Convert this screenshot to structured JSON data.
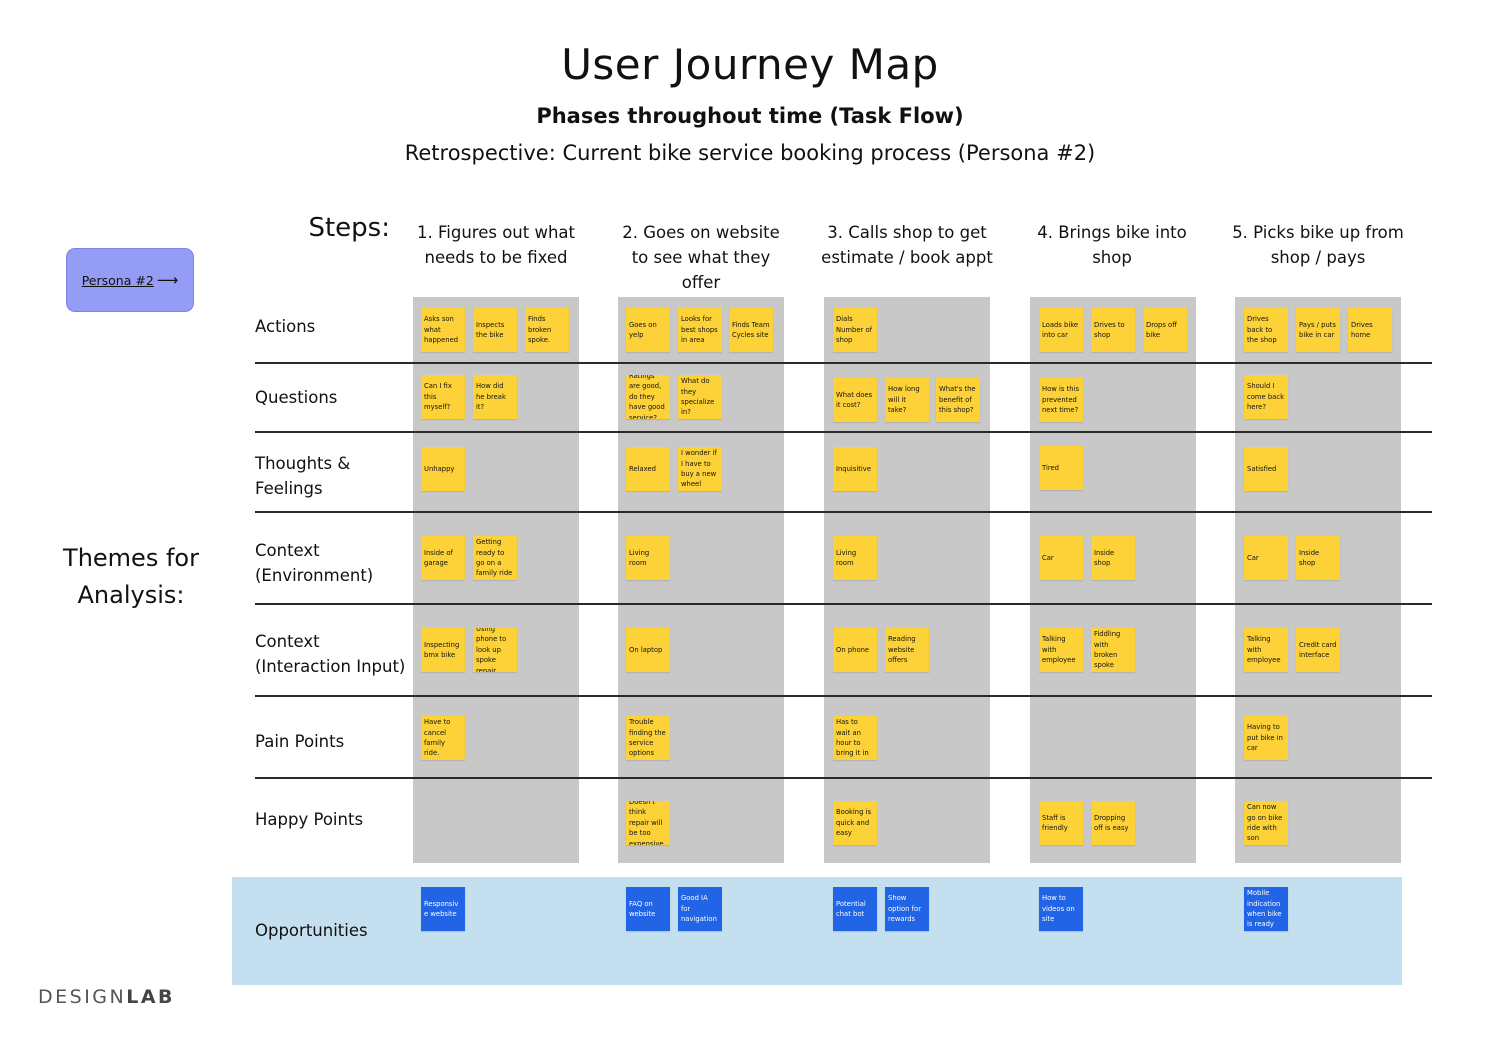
{
  "title": "User Journey Map",
  "subtitle": "Phases throughout time (Task Flow)",
  "subtitle2": "Retrospective: Current bike service booking process (Persona #2)",
  "steps_label": "Steps:",
  "persona_button": {
    "label": "Persona #2",
    "arrow": "⟶"
  },
  "themes_label": "Themes for Analysis:",
  "logo": {
    "part1": "DESIGN",
    "part2": "LAB"
  },
  "colors": {
    "sticky_yellow": "#fdd239",
    "sticky_blue": "#2264e6",
    "column_bg": "#c8c8c8",
    "opportunity_band": "#c3dff0",
    "persona_button": "#949cf5"
  },
  "steps": [
    "1. Figures out what needs to be fixed",
    "2. Goes on website to see what they offer",
    "3. Calls shop to get estimate / book appt",
    "4. Brings bike into shop",
    "5. Picks bike up from shop / pays"
  ],
  "rows": [
    {
      "label": "Actions",
      "cells": [
        [
          "Asks son what happened",
          "Inspects the bike",
          "Finds broken spoke."
        ],
        [
          "Goes on yelp",
          "Looks for best shops in area",
          "Finds Team Cycles site"
        ],
        [
          "Dials Number of shop"
        ],
        [
          "Loads bike into car",
          "Drives to shop",
          "Drops off bike"
        ],
        [
          "Drives back to the shop",
          "Pays / puts bike in car",
          "Drives home"
        ]
      ]
    },
    {
      "label": "Questions",
      "cells": [
        [
          "Can I fix this myself?",
          "How did he break it?"
        ],
        [
          "Ratings are good, do they have good service?",
          "What do they specialize in?"
        ],
        [
          "What does it cost?",
          "How long will it take?",
          "What's the benefit of this shop?"
        ],
        [
          "How is this prevented next time?"
        ],
        [
          "Should I come back here?"
        ]
      ]
    },
    {
      "label": "Thoughts & Feelings",
      "cells": [
        [
          "Unhappy"
        ],
        [
          "Relaxed",
          "I wonder if I have to buy a new wheel"
        ],
        [
          "Inquisitive"
        ],
        [
          "Tired"
        ],
        [
          "Satisfied"
        ]
      ]
    },
    {
      "label": "Context (Environment)",
      "cells": [
        [
          "Inside of garage",
          "Getting ready to go on a family ride"
        ],
        [
          "Living room"
        ],
        [
          "Living room"
        ],
        [
          "Car",
          "Inside shop"
        ],
        [
          "Car",
          "Inside shop"
        ]
      ]
    },
    {
      "label": "Context (Interaction Input)",
      "cells": [
        [
          "Inspecting bmx bike",
          "Using phone to look up spoke repair"
        ],
        [
          "On laptop"
        ],
        [
          "On phone",
          "Reading website offers"
        ],
        [
          "Talking with employee",
          "Fiddling with broken spoke"
        ],
        [
          "Talking with employee",
          "Credit card interface"
        ]
      ]
    },
    {
      "label": "Pain Points",
      "cells": [
        [
          "Have to cancel family ride."
        ],
        [
          "Trouble finding  the service options"
        ],
        [
          "Has to wait an hour to bring it in"
        ],
        [],
        [
          "Having to put bike in car"
        ]
      ]
    },
    {
      "label": "Happy Points",
      "cells": [
        [],
        [
          "Doesn't think repair will be too expensive."
        ],
        [
          "Booking is quick and easy"
        ],
        [
          "Staff is friendly",
          "Dropping off is easy"
        ],
        [
          "Can now go on bike ride with son"
        ]
      ]
    }
  ],
  "opportunities": {
    "label": "Opportunities",
    "cells": [
      [
        "Responsive website"
      ],
      [
        "FAQ on website",
        "Good IA for navigation"
      ],
      [
        "Potential chat bot",
        "Show option for rewards"
      ],
      [
        "How to videos on site"
      ],
      [
        "Mobile indication when bike is ready"
      ]
    ]
  }
}
